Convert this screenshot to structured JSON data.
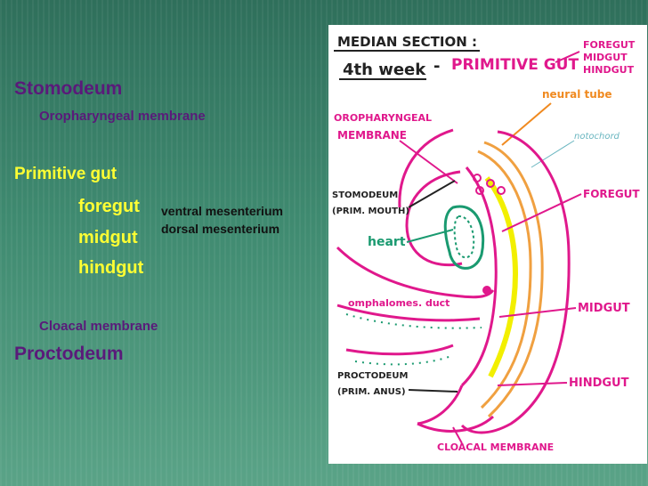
{
  "left_labels": {
    "stomodeum": "Stomodeum",
    "oropharyngeal": "Oropharyngeal membrane",
    "primitive_gut": "Primitive gut",
    "foregut": "foregut",
    "midgut": "midgut",
    "hindgut": "hindgut",
    "ventral": "ventral mesenterium",
    "dorsal": "dorsal mesenterium",
    "cloacal": "Cloacal membrane",
    "proctodeum": "Proctodeum"
  },
  "diagram": {
    "title_line1": "MEDIAN SECTION :",
    "title_line2": "4th week",
    "title_dash": "-",
    "title_primitive": "PRIMITIVE GUT",
    "title_gut_list": [
      "FOREGUT",
      "MIDGUT",
      "HINDGUT"
    ],
    "neural_tube": "neural tube",
    "notochord": "notochord",
    "oro_line1": "OROPHARYNGEAL",
    "oro_line2": "MEMBRANE",
    "stomo_line1": "STOMODEUM",
    "stomo_line2": "(PRIM. MOUTH)",
    "heart": "heart",
    "foregut": "FOREGUT",
    "omphalo": "omphalomes. duct",
    "midgut": "MIDGUT",
    "procto_line1": "PROCTODEUM",
    "procto_line2": "(PRIM. ANUS)",
    "hindgut": "HINDGUT",
    "cloacal": "CLOACAL MEMBRANE"
  }
}
